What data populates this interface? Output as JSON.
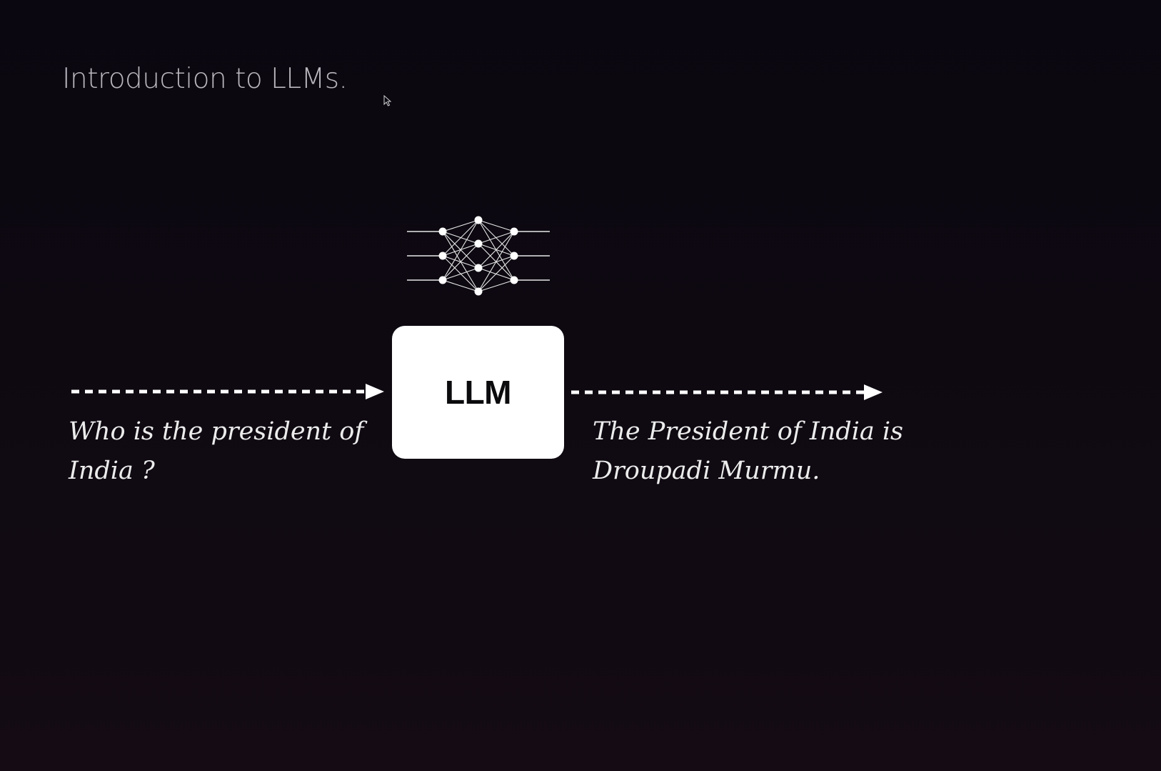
{
  "slide": {
    "title": "Introduction to LLMs."
  },
  "diagram": {
    "model_label": "LLM",
    "network_icon": "neural-network-icon",
    "input_line1": "Who is the president of",
    "input_line2": "India ?",
    "output_line1": "The President of India is",
    "output_line2": "Droupadi Murmu."
  },
  "colors": {
    "background": "#0e0911",
    "title": "#b9b7bd",
    "box": "#ffffff",
    "text": "#ececec"
  }
}
